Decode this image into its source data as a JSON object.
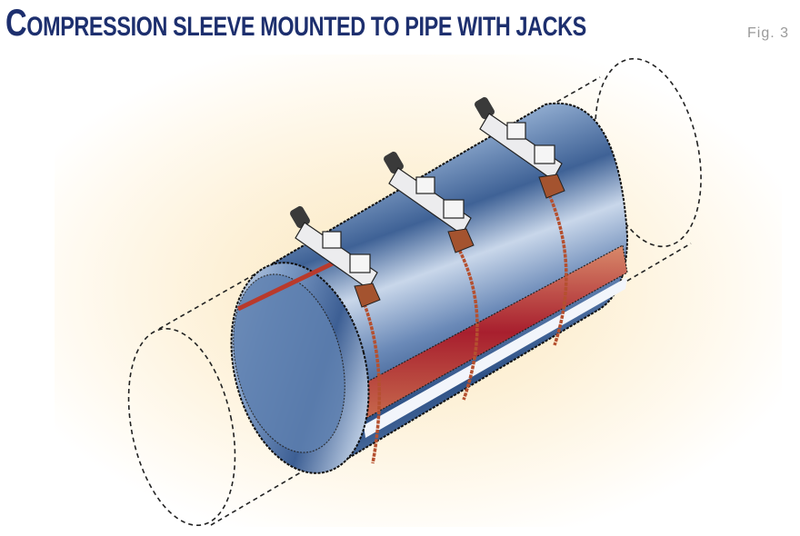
{
  "figure": {
    "title_first_letter": "C",
    "title_rest": "OMPRESSION SLEEVE MOUNTED TO PIPE WITH JACKS",
    "title_full": "COMPRESSION SLEEVE MOUNTED TO PIPE WITH JACKS",
    "label": "Fig. 3"
  },
  "diagram": {
    "components": [
      {
        "name": "pipe",
        "style": "dashed outline (hidden)"
      },
      {
        "name": "compression-sleeve",
        "style": "steel blue cylinder"
      },
      {
        "name": "seam-strip",
        "style": "copper/red band along sleeve"
      },
      {
        "name": "jack",
        "count": 3
      },
      {
        "name": "strap",
        "count": 3
      }
    ],
    "colors": {
      "title": "#1d2f6e",
      "sleeve_dark": "#3c5f93",
      "sleeve_light": "#dfe8f3",
      "strap": "#b5502f",
      "seam": "#c0533e",
      "jack": "#e8e8ea",
      "glow": "#fbe7bf"
    }
  }
}
